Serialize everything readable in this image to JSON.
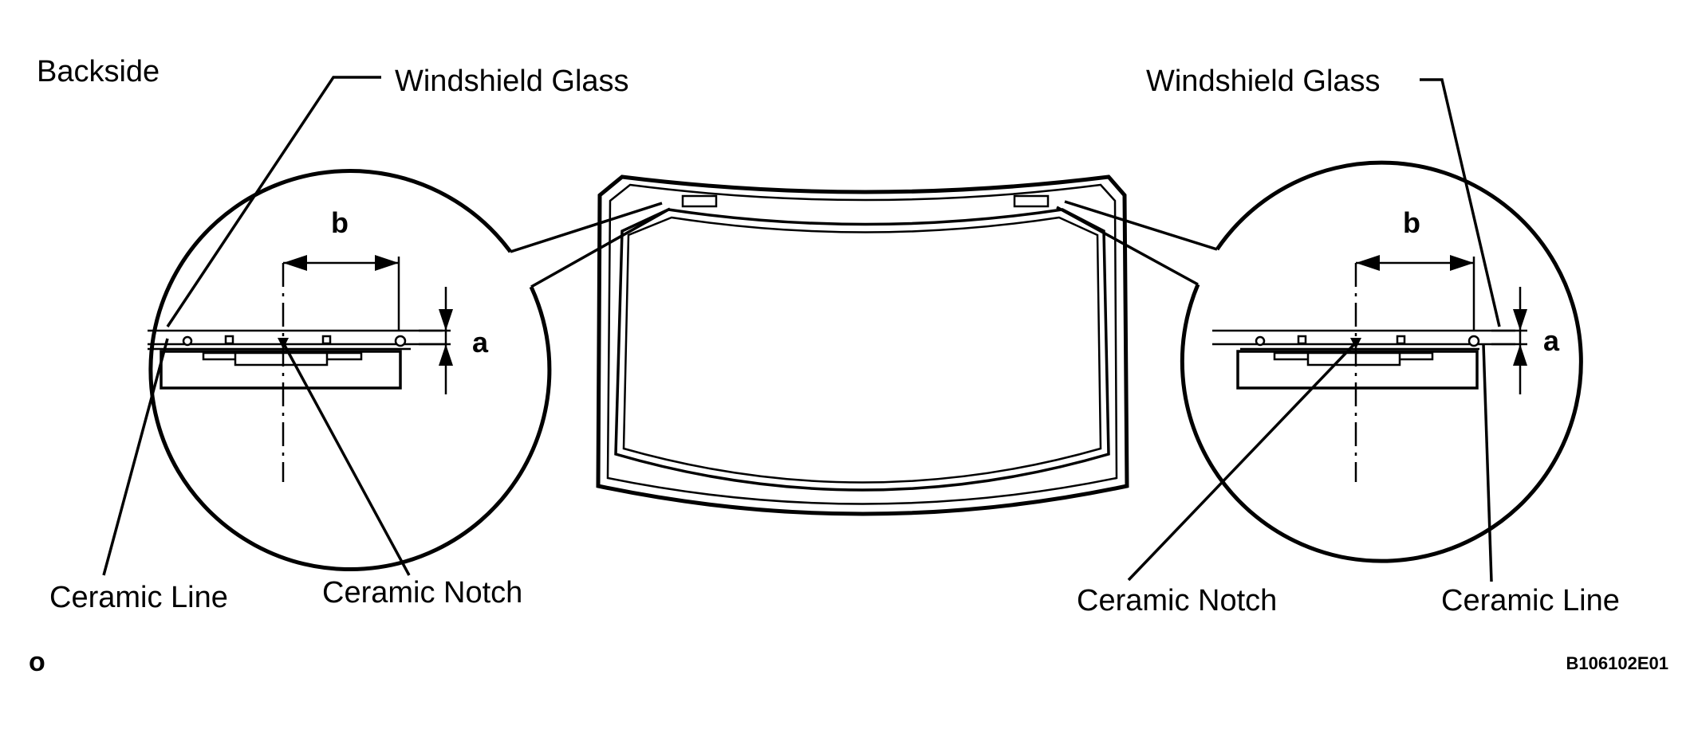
{
  "labels": {
    "backside": "Backside",
    "windshield_glass_left": "Windshield Glass",
    "windshield_glass_right": "Windshield Glass",
    "ceramic_line_left": "Ceramic Line",
    "ceramic_notch_left": "Ceramic Notch",
    "ceramic_notch_right": "Ceramic Notch",
    "ceramic_line_right": "Ceramic Line",
    "dim_a_left": "a",
    "dim_b_left": "b",
    "dim_a_right": "a",
    "dim_b_right": "b",
    "corner_mark": "o",
    "figure_code": "B106102E01"
  }
}
